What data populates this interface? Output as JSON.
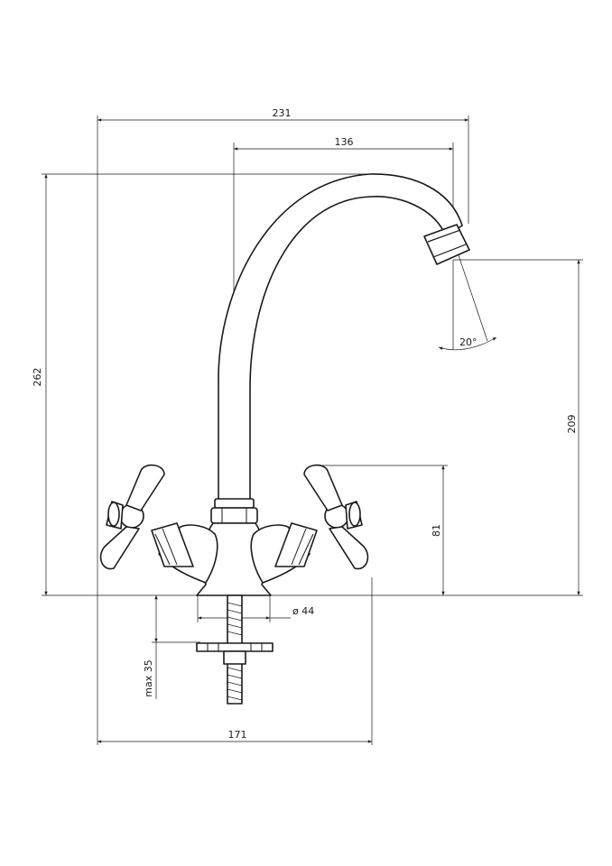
{
  "dimensions": {
    "overall_width": "231",
    "spout_reach": "136",
    "overall_height": "262",
    "spout_outlet_height": "209",
    "handle_height": "81",
    "base_diameter": "ø 44",
    "max_counter_thickness": "max 35",
    "base_span": "171",
    "spout_angle": "20°"
  },
  "colors": {
    "line": "#1a1a1a",
    "background": "#ffffff"
  }
}
